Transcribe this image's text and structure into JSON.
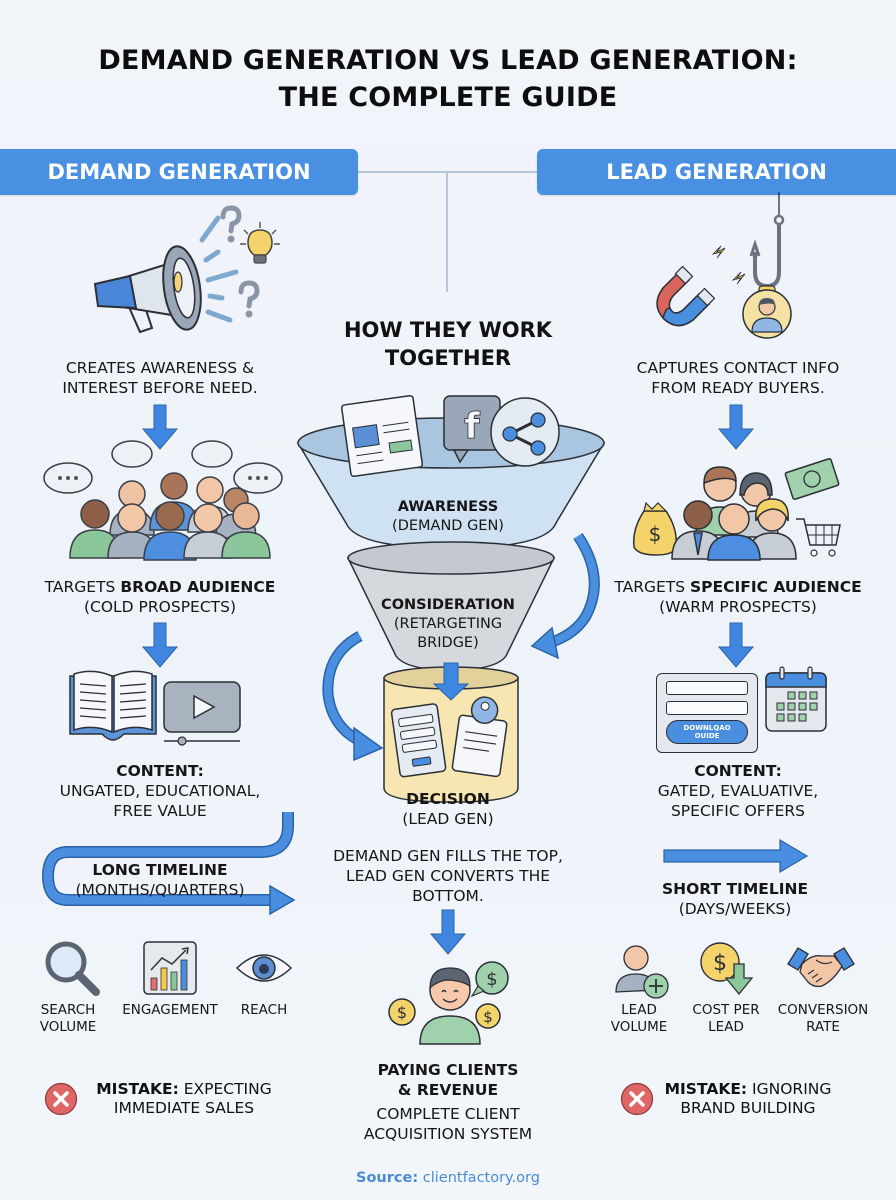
{
  "title": {
    "line1": "DEMAND GENERATION VS LEAD GENERATION:",
    "line2": "THE COMPLETE GUIDE"
  },
  "colors": {
    "background": "#f0f4f9",
    "accent_blue": "#4a90e2",
    "arrow_blue": "#3f86e0",
    "funnel_top": "#cfe2f3",
    "funnel_mid": "#d5d9de",
    "funnel_bottom": "#f7e6b2",
    "mistake_red": "#e06666",
    "source_blue": "#4a8bd4"
  },
  "demand": {
    "banner": "DEMAND GENERATION",
    "icons": [
      "megaphone-icon",
      "question-mark-icon",
      "lightbulb-icon"
    ],
    "step1": {
      "line1": "CREATES AWARENESS &",
      "line2": "INTEREST BEFORE NEED."
    },
    "step2": {
      "prefix": "TARGETS ",
      "emph": "BROAD AUDIENCE",
      "line2": "(COLD PROSPECTS)"
    },
    "step3": {
      "heading": "CONTENT:",
      "line1": "UNGATED, EDUCATIONAL,",
      "line2": "FREE VALUE"
    },
    "timeline": {
      "heading": "LONG TIMELINE",
      "sub": "(MONTHS/QUARTERS)"
    },
    "metrics": [
      {
        "icon": "magnifier-icon",
        "line1": "SEARCH",
        "line2": "VOLUME"
      },
      {
        "icon": "bar-chart-icon",
        "line1": "ENGAGEMENT",
        "line2": ""
      },
      {
        "icon": "eye-icon",
        "line1": "REACH",
        "line2": ""
      }
    ],
    "mistake": {
      "label": "MISTAKE:",
      "line1": " EXPECTING",
      "line2": "IMMEDIATE SALES"
    }
  },
  "lead": {
    "banner": "LEAD GENERATION",
    "icons": [
      "magnet-icon",
      "fishing-hook-icon",
      "person-badge-icon"
    ],
    "step1": {
      "line1": "CAPTURES CONTACT INFO",
      "line2": "FROM READY BUYERS."
    },
    "step2": {
      "prefix": "TARGETS ",
      "emph": "SPECIFIC AUDIENCE",
      "line2": "(WARM PROSPECTS)"
    },
    "form_button": {
      "line1": "DOWNLQAO",
      "line2": "OUIDE"
    },
    "step3": {
      "heading": "CONTENT:",
      "line1": "GATED, EVALUATIVE,",
      "line2": "SPECIFIC OFFERS"
    },
    "timeline": {
      "heading": "SHORT TIMELINE",
      "sub": "(DAYS/WEEKS)"
    },
    "metrics": [
      {
        "icon": "add-user-icon",
        "line1": "LEAD",
        "line2": "VOLUME"
      },
      {
        "icon": "coin-down-icon",
        "line1": "COST PER",
        "line2": "LEAD"
      },
      {
        "icon": "handshake-icon",
        "line1": "CONVERSION",
        "line2": "RATE"
      }
    ],
    "mistake": {
      "label": "MISTAKE:",
      "line1": " IGNORING",
      "line2": "BRAND BUILDING"
    }
  },
  "center": {
    "heading": {
      "line1": "HOW THEY WORK",
      "line2": "TOGETHER"
    },
    "funnel": [
      {
        "stage": "AWARENESS",
        "sub": "(DEMAND GEN)"
      },
      {
        "stage": "CONSIDERATION",
        "sub": "(RETARGETING",
        "sub2": "BRIDGE)"
      },
      {
        "stage": "DECISION",
        "sub": "(LEAD GEN)"
      }
    ],
    "summary": {
      "line1": "DEMAND GEN FILLS THE TOP,",
      "line2": "LEAD GEN CONVERTS THE",
      "line3": "BOTTOM."
    },
    "outcome": {
      "line1": "PAYING CLIENTS",
      "line2": "& REVENUE"
    },
    "system": {
      "line1": "COMPLETE CLIENT",
      "line2": "ACQUISITION SYSTEM"
    }
  },
  "footer": {
    "source_label": "Source:",
    "source_value": " clientfactory.org"
  }
}
